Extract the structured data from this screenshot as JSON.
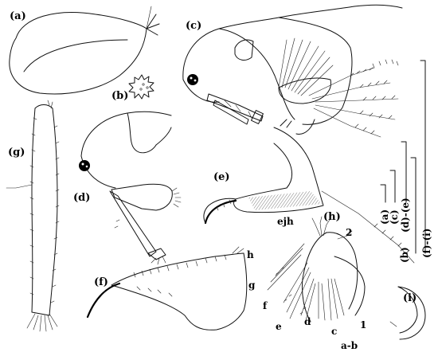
{
  "panel_labels": {
    "a": "(a)",
    "b": "(b)",
    "c": "(c)",
    "d": "(d)",
    "e": "(e)",
    "f": "(f)",
    "g": "(g)",
    "h": "(h)",
    "i": "(i)"
  },
  "part_labels": {
    "ejh": "ejh",
    "two": "2",
    "h": "h",
    "g": "g",
    "f": "f",
    "e": "e",
    "d": "d",
    "c": "c",
    "one": "1",
    "ab": "a-b"
  },
  "scale_labels": {
    "a": "(a)",
    "c": "(c)",
    "de": "(d)-(e)",
    "b": "(b)",
    "fi": "(f)-(i)"
  }
}
